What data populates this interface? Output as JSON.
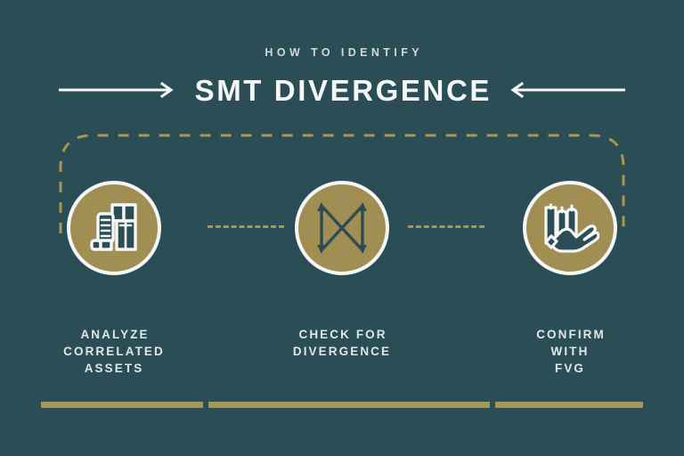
{
  "header": {
    "kicker": "HOW TO IDENTIFY",
    "title": "SMT DIVERGENCE",
    "left_arrow_name": "arrow-right-icon",
    "right_arrow_name": "arrow-left-icon"
  },
  "colors": {
    "background": "#2a4d56",
    "gold": "#a18e52",
    "gold_line": "#a9964f",
    "cream": "#f4f7f6",
    "text": "#dfe7e7"
  },
  "steps": [
    {
      "icon": "buildings-icon",
      "caption": "ANALYZE\nCORRELATED\nASSETS"
    },
    {
      "icon": "divergence-arrows-icon",
      "caption": "CHECK FOR\nDIVERGENCE"
    },
    {
      "icon": "hand-candlesticks-icon",
      "caption": "CONFIRM\nWITH\nFVG"
    }
  ],
  "footer": {
    "bar_1": "",
    "bar_2": "",
    "bar_3": ""
  }
}
